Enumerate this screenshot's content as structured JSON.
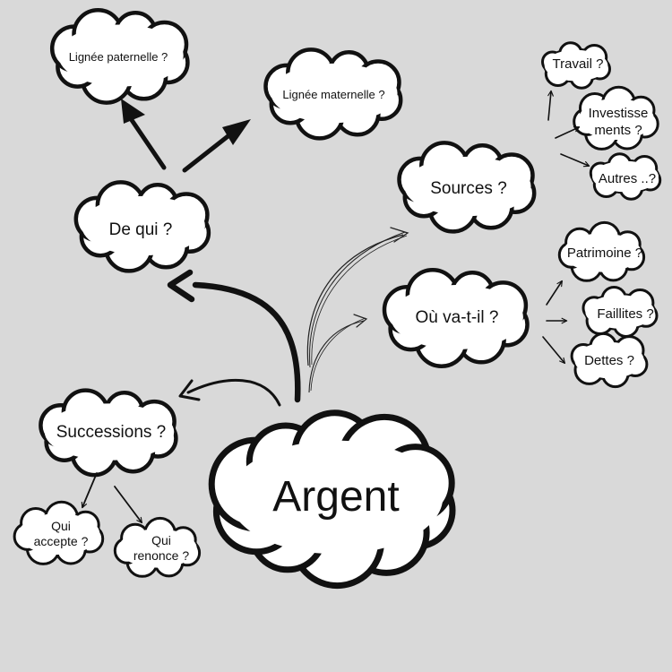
{
  "colors": {
    "background": "#d9d9d9",
    "cloud_fill": "#ffffff",
    "ink": "#111111"
  },
  "nodes": {
    "argent": "Argent",
    "de_qui": "De qui ?",
    "lignee_paternelle": "Lignée paternelle ?",
    "lignee_maternelle": "Lignée maternelle ?",
    "sources": "Sources ?",
    "travail": "Travail ?",
    "investissements_line1": "Investisse",
    "investissements_line2": "ments ?",
    "autres": "Autres ..?",
    "ou_va_t_il": "Où va-t-il ?",
    "patrimoine": "Patrimoine ?",
    "faillites": "Faillites ?",
    "dettes": "Dettes ?",
    "successions": "Successions ?",
    "qui_accepte_line1": "Qui",
    "qui_accepte_line2": "accepte ?",
    "qui_renonce_line1": "Qui",
    "qui_renonce_line2": "renonce ?"
  }
}
